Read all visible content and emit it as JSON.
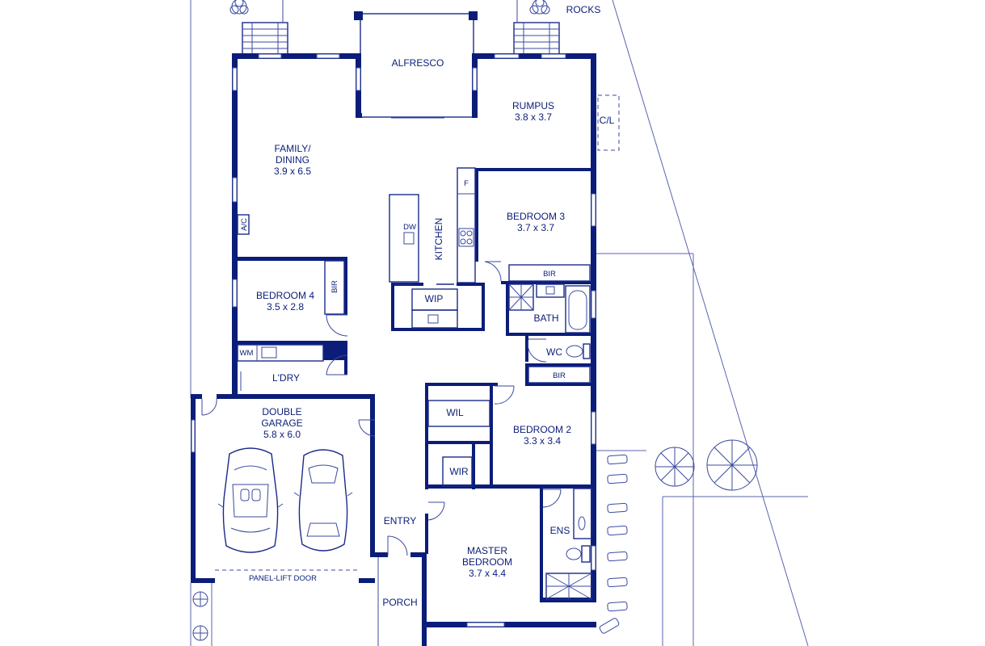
{
  "labels": {
    "rocks": "ROCKS",
    "alfresco": "ALFRESCO",
    "rumpus_name": "RUMPUS",
    "rumpus_dim": "3.8 x 3.7",
    "cl": "C/L",
    "family_name1": "FAMILY/",
    "family_name2": "DINING",
    "family_dim": "3.9 x 6.5",
    "ac": "A/C",
    "fridge": "F",
    "dw": "DW",
    "kitchen": "KITCHEN",
    "bedroom3_name": "BEDROOM 3",
    "bedroom3_dim": "3.7 x 3.7",
    "bir": "BIR",
    "bedroom4_name": "BEDROOM 4",
    "bedroom4_dim": "3.5 x 2.8",
    "wip": "WIP",
    "bath": "BATH",
    "wc": "WC",
    "wm": "WM",
    "ldry": "L'DRY",
    "garage_name1": "DOUBLE",
    "garage_name2": "GARAGE",
    "garage_dim": "5.8 x 6.0",
    "wil": "WIL",
    "bedroom2_name": "BEDROOM 2",
    "bedroom2_dim": "3.3 x 3.4",
    "wir": "WIR",
    "entry": "ENTRY",
    "ens": "ENS",
    "master_name1": "MASTER",
    "master_name2": "BEDROOM",
    "master_dim": "3.7 x 4.4",
    "panel_door": "PANEL-LIFT DOOR",
    "porch": "PORCH"
  },
  "colors": {
    "wall": "#0b1d78",
    "line": "#1a2a8a",
    "background": "#ffffff"
  },
  "icons": [
    "shrub-icon",
    "tree-icon",
    "car-icon",
    "sink-icon",
    "cooktop-icon",
    "bathtub-icon",
    "toilet-icon",
    "shower-icon",
    "door-swing-icon"
  ]
}
